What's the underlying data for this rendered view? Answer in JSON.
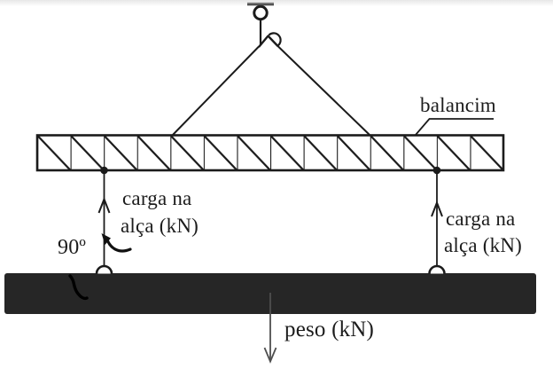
{
  "diagram": {
    "labels": {
      "balancim": "balancim",
      "left_load": {
        "line1": "carga na",
        "line2": "alça (kN)"
      },
      "right_load": {
        "line1": "carga na",
        "line2": "alça (kN)"
      },
      "angle": "90º",
      "weight": "peso (kN)"
    },
    "colors": {
      "line": "#1b1b1b",
      "load_bar_fill": "#262626",
      "weight_arrow": "#4f4f4f",
      "background": "#ffffff"
    }
  }
}
